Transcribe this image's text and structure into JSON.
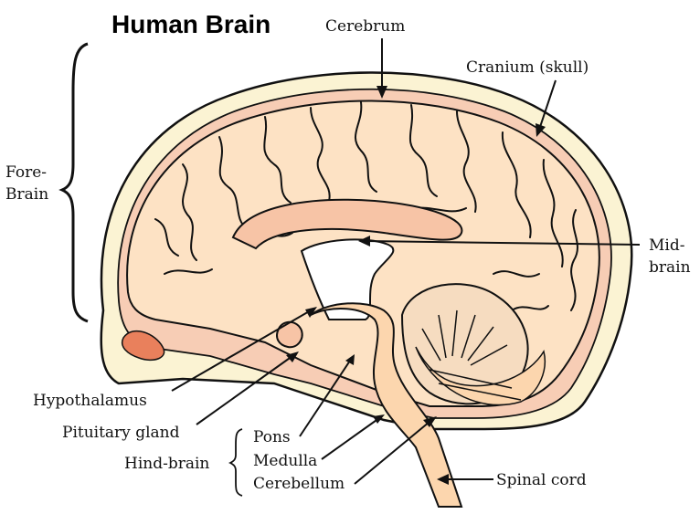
{
  "title": "Human Brain",
  "labels": {
    "cerebrum": "Cerebrum",
    "cranium": "Cranium (skull)",
    "fore_brain_1": "Fore-",
    "fore_brain_2": "Brain",
    "mid_brain_1": "Mid-",
    "mid_brain_2": "brain",
    "hypothalamus": "Hypothalamus",
    "pituitary": "Pituitary gland",
    "hind_brain": "Hind-brain",
    "pons": "Pons",
    "medulla": "Medulla",
    "cerebellum": "Cerebellum",
    "spinal_cord": "Spinal cord"
  },
  "colors": {
    "skull": "#fbf3d3",
    "meninges": "#f7cdb5",
    "brain_tissue": "#fde2c4",
    "brainstem": "#fcd6ae",
    "ventricle_band": "#f7c4a6",
    "pituitary_red": "#e9805c",
    "cerebellum_fill": "#f6dcc0",
    "outline": "#111111"
  }
}
